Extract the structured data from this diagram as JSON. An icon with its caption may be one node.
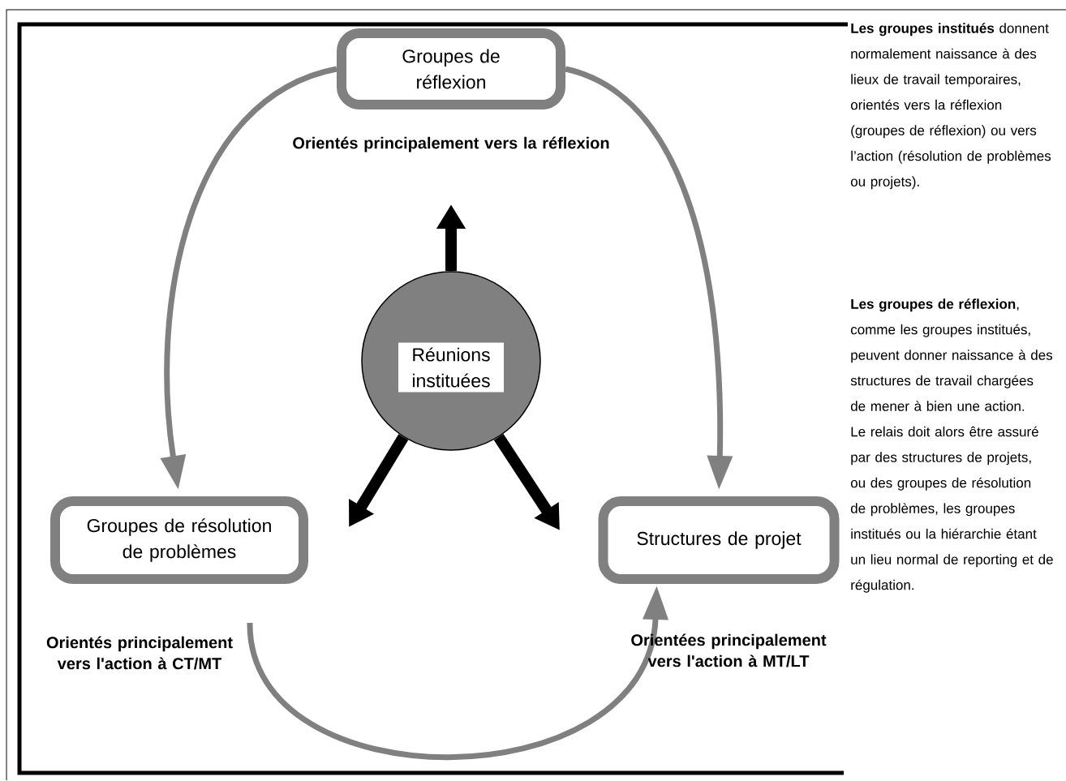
{
  "diagram": {
    "nodes": [
      {
        "text": [
          "Groupes de réflexion"
        ],
        "beside": [
          "Orientés principalement vers la réflexion"
        ]
      },
      {
        "text": [
          "Réunions instituées"
        ]
      },
      {
        "text": [
          "Groupes de résolution de problèmes"
        ],
        "beside": [
          "Orientés principalement vers l'action à CT/MT"
        ]
      },
      {
        "text": [
          "Structures de projet"
        ],
        "beside": [
          "Orientées principalement vers l'action à MT/LT"
        ]
      }
    ],
    "edges": [
      {
        "from": 0,
        "to": 2,
        "arrow": "to"
      },
      {
        "from": 0,
        "to": 3,
        "arrow": "to"
      },
      {
        "from": 1,
        "to": null,
        "arrow": "to",
        "style": "thick",
        "color": "#000000"
      },
      {
        "from": 1,
        "to": null,
        "arrow": "to",
        "style": "thick",
        "color": "#000000"
      },
      {
        "from": 1,
        "to": null,
        "arrow": "to",
        "style": "thick",
        "color": "#000000"
      },
      {
        "from": 2,
        "to": 3,
        "arrow": "to"
      }
    ],
    "labels": [
      "**Les groupes institués** donnent normalement naissance à des lieux de travail temporaires, orientés vers la réflexion (groupes de réflexion) ou vers l’action (résolution de problèmes ou projets).",
      "**Les groupes de réflexion**, comme les groupes institués, peuvent donner naissance à des structures de travail chargées de mener à bien une action. Le relais doit alors être assuré par des structures de projets, ou des groupes de résolution de problèmes, les groupes institués ou la hiérarchie étant un lieu normal de reporting et de régulation."
    ]
  }
}
